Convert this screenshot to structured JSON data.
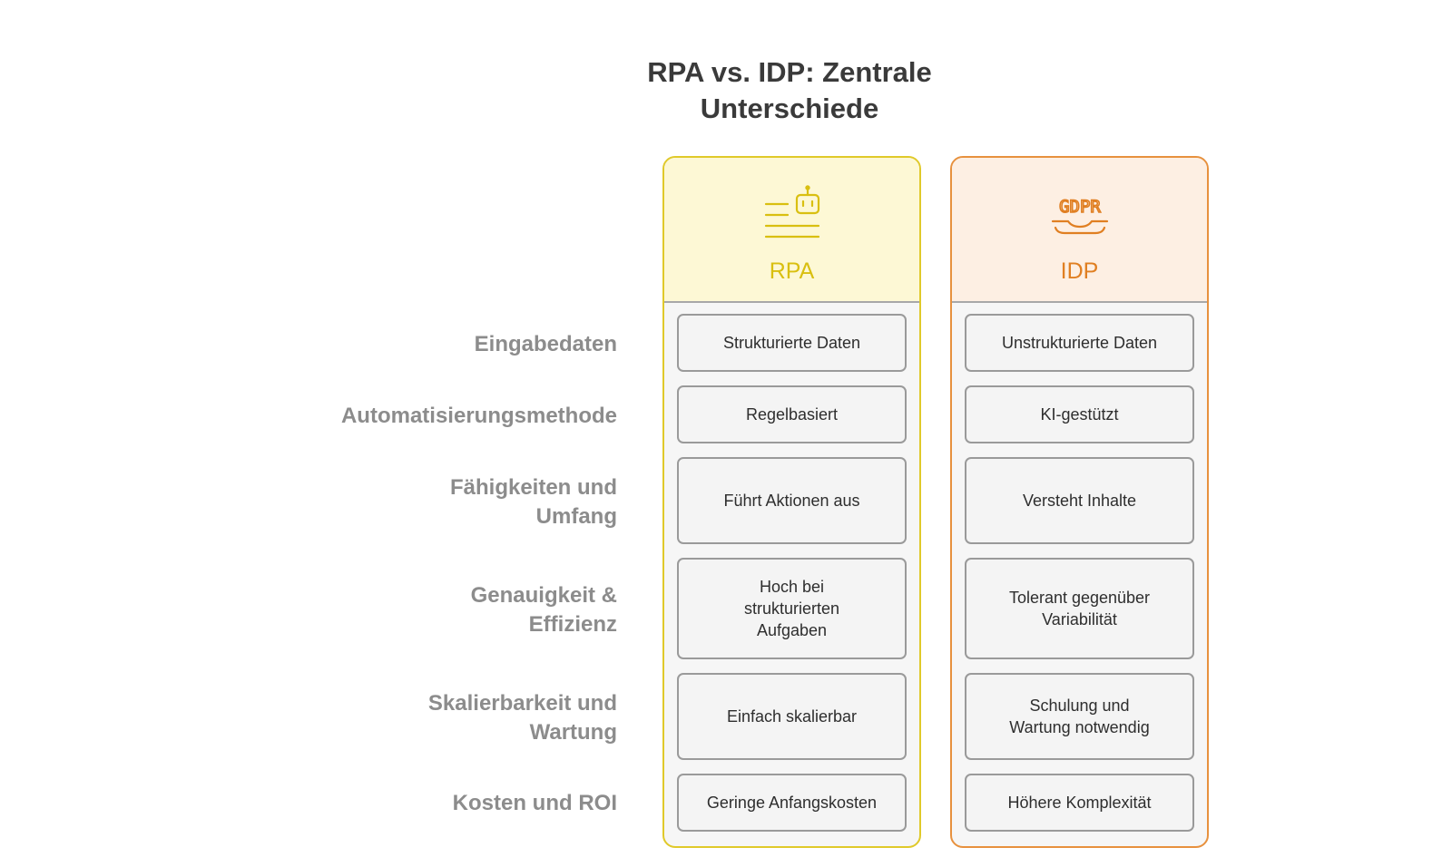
{
  "title": {
    "line1": "RPA vs. IDP: Zentrale",
    "line2": "Unterschiede"
  },
  "columns": {
    "rpa": {
      "label": "RPA",
      "icon": "robot-document-icon",
      "color": "#d9bf10",
      "cells": [
        "Strukturierte Daten",
        "Regelbasiert",
        "Führt Aktionen aus",
        "Hoch bei\nstrukturierten\nAufgaben",
        "Einfach skalierbar",
        "Geringe Anfangskosten"
      ]
    },
    "idp": {
      "label": "IDP",
      "icon": "gdpr-icon",
      "icon_text": "GDPR",
      "color": "#e07f22",
      "cells": [
        "Unstrukturierte Daten",
        "KI-gestützt",
        "Versteht Inhalte",
        "Tolerant gegenüber\nVariabilität",
        "Schulung und\nWartung notwendig",
        "Höhere Komplexität"
      ]
    }
  },
  "rows": [
    "Eingabedaten",
    "Automatisierungsmethode",
    "Fähigkeiten und\nUmfang",
    "Genauigkeit &\nEffizienz",
    "Skalierbarkeit und\nWartung",
    "Kosten und ROI"
  ]
}
